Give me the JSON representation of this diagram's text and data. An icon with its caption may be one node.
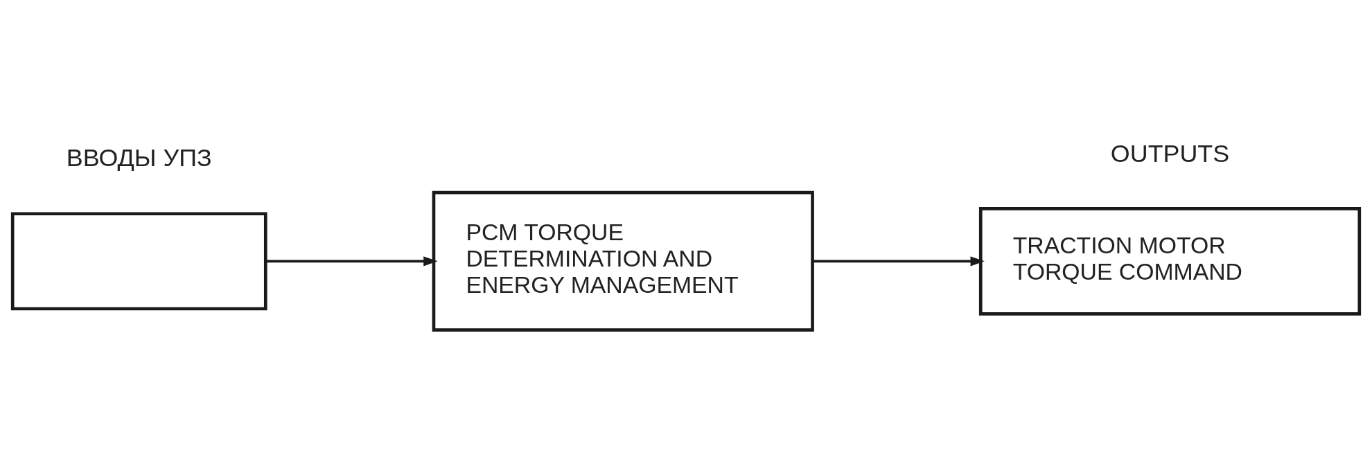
{
  "diagram": {
    "nodes": [
      {
        "text": [],
        "shape": "box"
      },
      {
        "text": [
          "PCM TORQUE DETERMINATION AND ENERGY MANAGEMENT"
        ]
      },
      {
        "text": [
          "TRACTION MOTOR TORQUE COMMAND"
        ]
      }
    ],
    "edges": [
      {
        "from": 0,
        "to": 1,
        "arrow": "to"
      },
      {
        "from": 1,
        "to": 2,
        "arrow": "to"
      }
    ],
    "labels": [
      "ВВОДЫ УПЗ",
      "OUTPUTS"
    ]
  }
}
